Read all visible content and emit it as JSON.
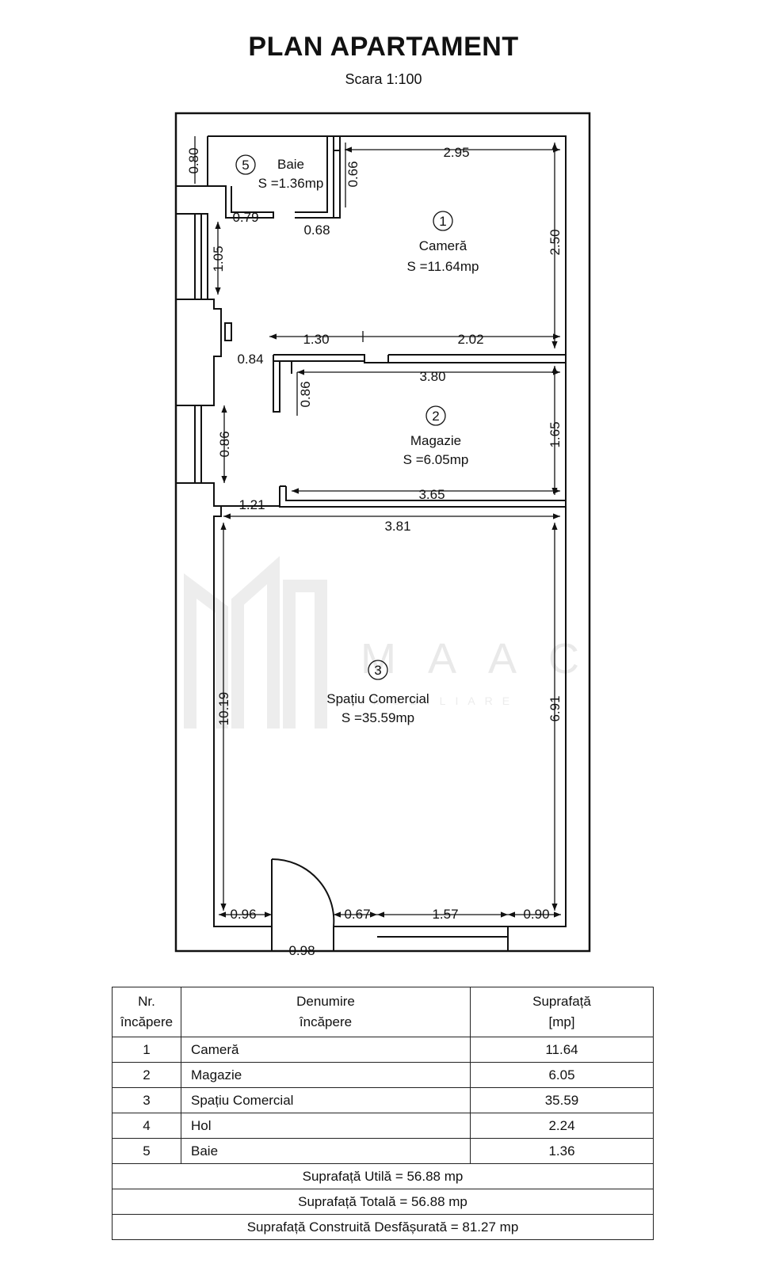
{
  "header": {
    "title": "PLAN APARTAMENT",
    "scale": "Scara 1:100"
  },
  "rooms": [
    {
      "number": "1",
      "name": "Cameră",
      "area": "S =11.64mp"
    },
    {
      "number": "2",
      "name": "Magazie",
      "area": "S =6.05mp"
    },
    {
      "number": "3",
      "name": "Spațiu Comercial",
      "area": "S =35.59mp"
    },
    {
      "number": "5",
      "name": "Baie",
      "area": "S =1.36mp"
    }
  ],
  "dimensions": {
    "baie_height": "0.80",
    "baie_door": "0.66",
    "baie_wall_left": "0.79",
    "baie_wall_right": "0.68",
    "camera_width": "2.95",
    "camera_height": "2.50",
    "window_left": "1.05",
    "hol_width": "1.30",
    "camera_bottom": "2.02",
    "hol_left": "0.84",
    "hol_door": "0.86",
    "magazie_top": "3.80",
    "magazie_height": "1.65",
    "window_left_2": "0.86",
    "magazie_bottom": "3.65",
    "hol_bottom": "1.21",
    "spatiu_top": "3.81",
    "spatiu_left": "10.19",
    "spatiu_right": "6.91",
    "bottom_left": "0.96",
    "bottom_mid_left": "0.67",
    "bottom_window": "1.57",
    "bottom_right": "0.90",
    "entry_door": "0.98"
  },
  "watermark": {
    "brand": "MAAC",
    "sub": "IMOBILIARE"
  },
  "table": {
    "headers": {
      "nr_line1": "Nr.",
      "nr_line2": "încăpere",
      "name_line1": "Denumire",
      "name_line2": "încăpere",
      "area_line1": "Suprafață",
      "area_line2": "[mp]"
    },
    "rows": [
      {
        "nr": "1",
        "name": "Cameră",
        "area": "11.64"
      },
      {
        "nr": "2",
        "name": "Magazie",
        "area": "6.05"
      },
      {
        "nr": "3",
        "name": "Spațiu Comercial",
        "area": "35.59"
      },
      {
        "nr": "4",
        "name": "Hol",
        "area": "2.24"
      },
      {
        "nr": "5",
        "name": "Baie",
        "area": "1.36"
      }
    ],
    "totals": {
      "utila": "Suprafață Utilă = 56.88 mp",
      "totala": "Suprafață Totală = 56.88 mp",
      "construita": "Suprafață Construită Desfășurată = 81.27 mp"
    }
  }
}
